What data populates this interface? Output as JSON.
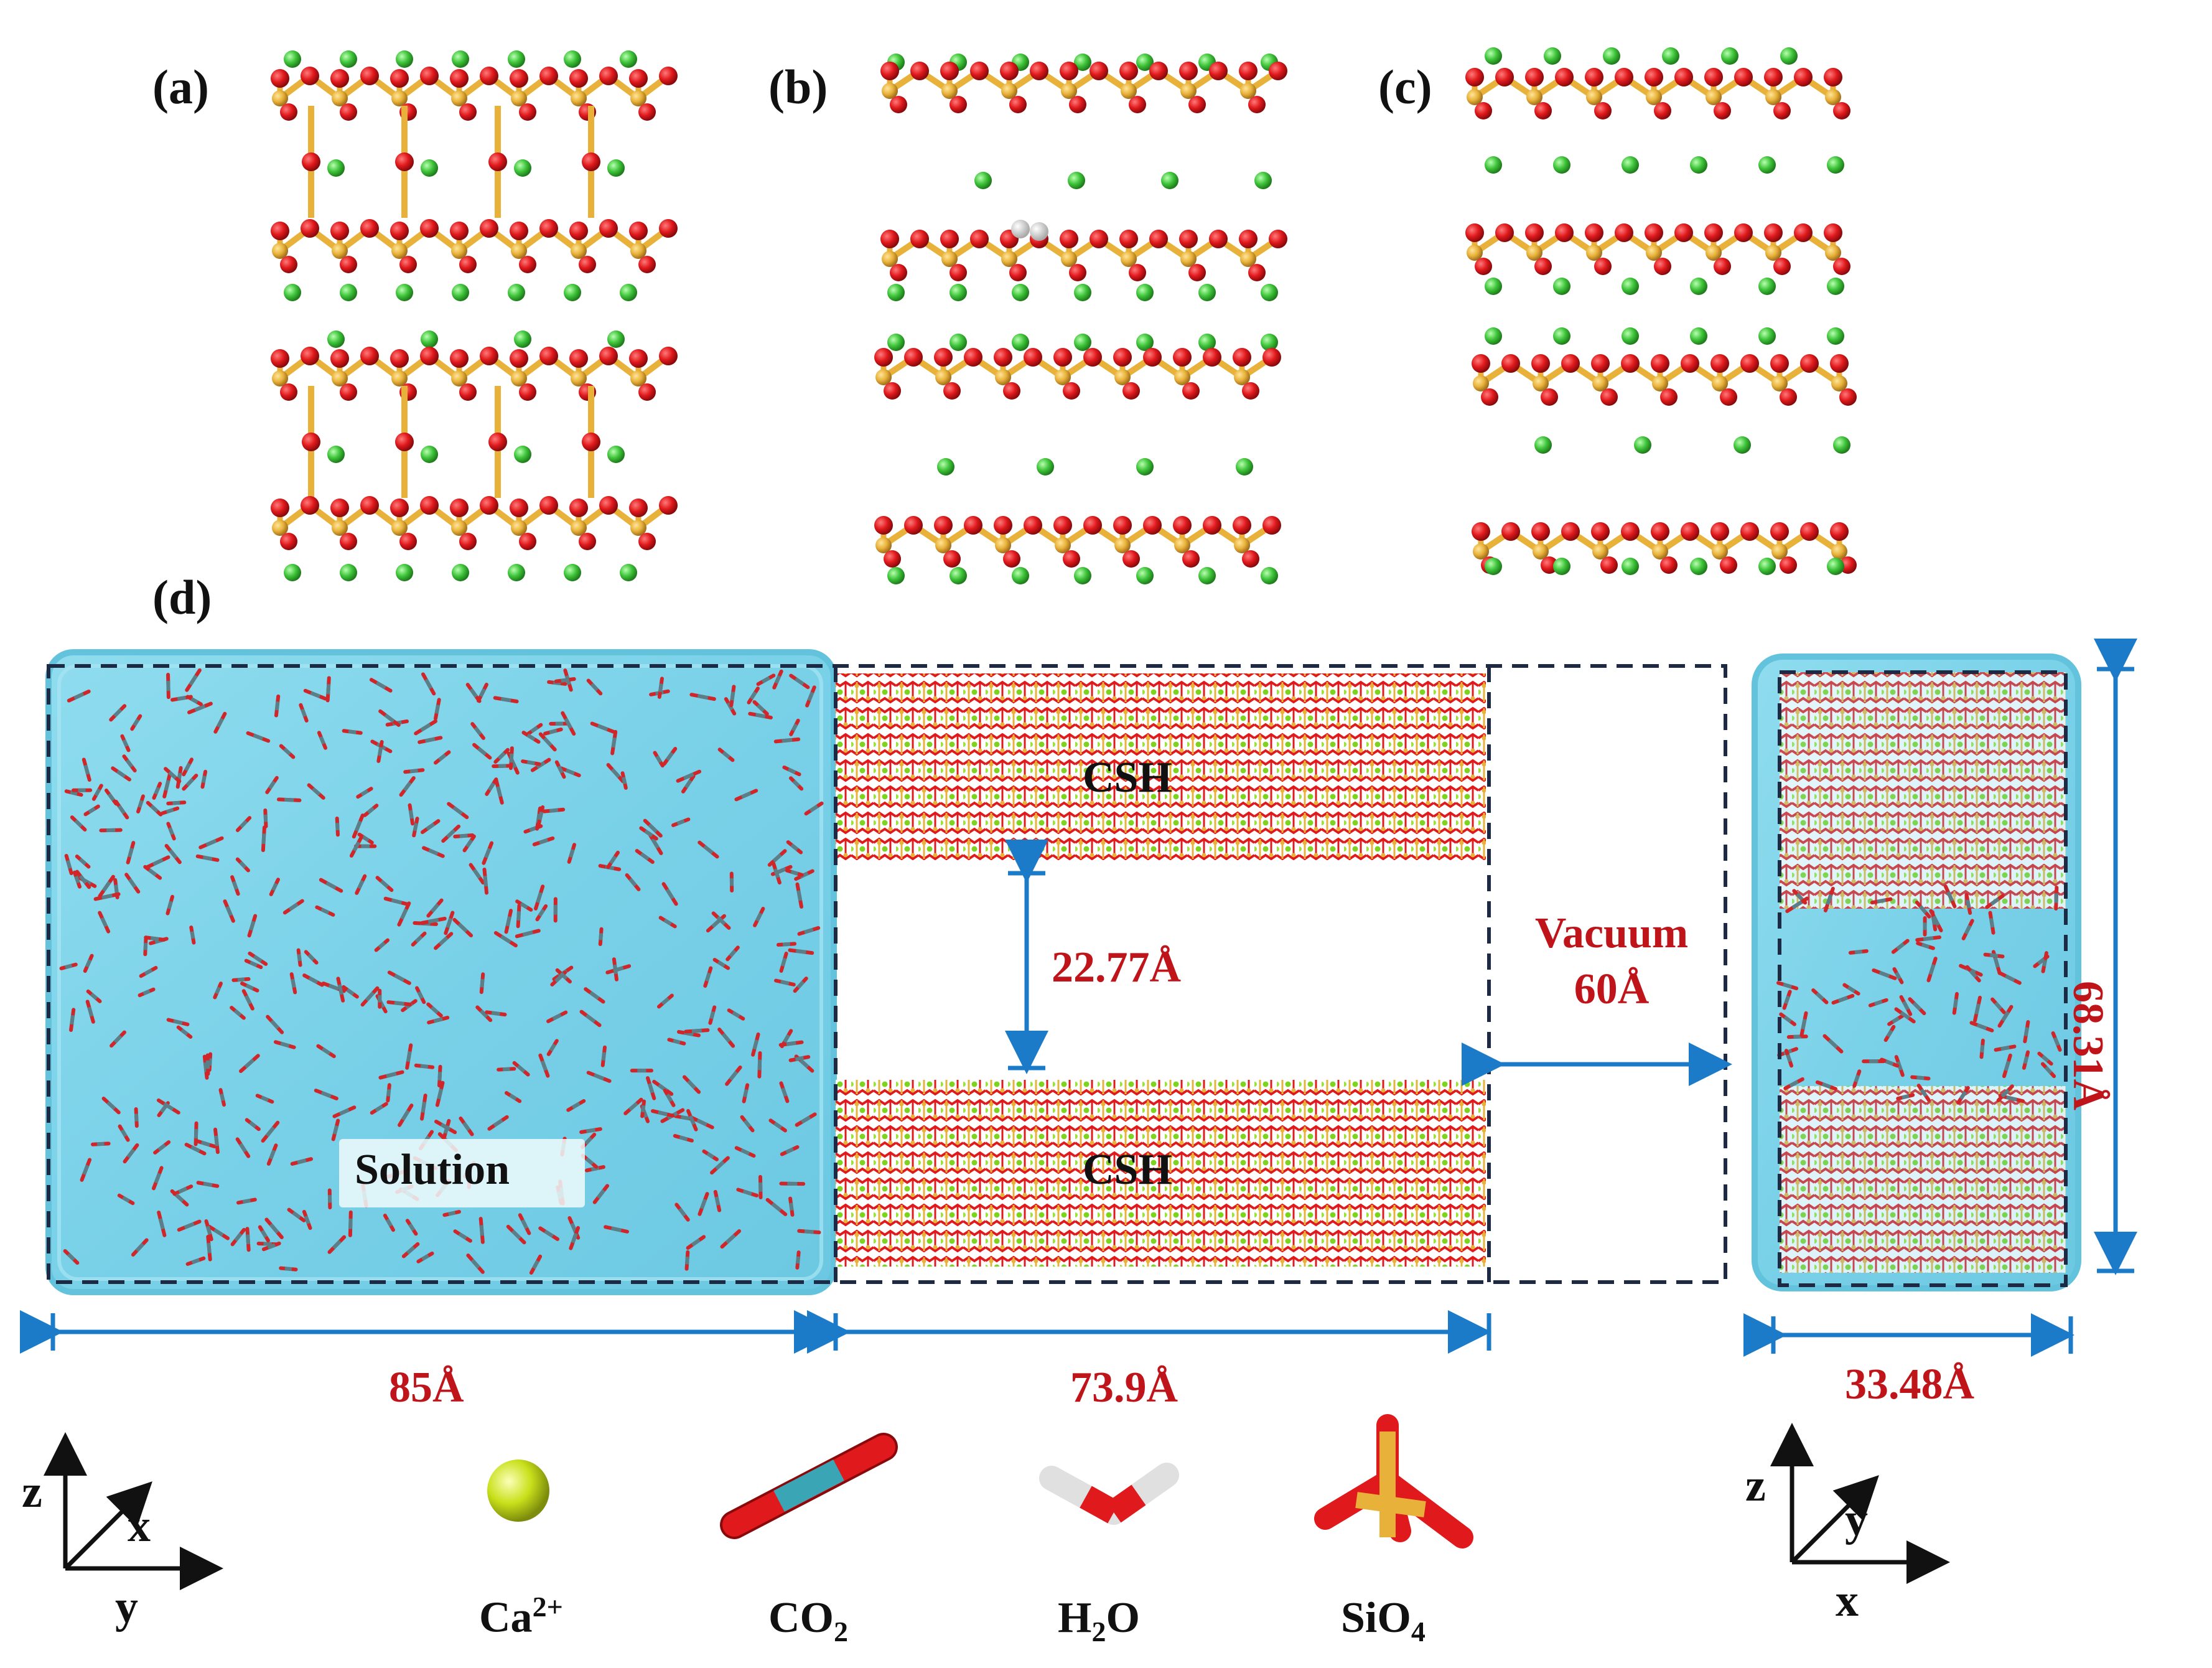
{
  "panels": {
    "a": "(a)",
    "b": "(b)",
    "c": "(c)",
    "d": "(d)"
  },
  "regions": {
    "csh_top": "CSH",
    "csh_bottom": "CSH",
    "solution": "Solution",
    "vacuum_line1": "Vacuum",
    "vacuum_line2": "60Å"
  },
  "dimensions": {
    "pore_width": "22.77Å",
    "solution_length": "85Å",
    "csh_length": "73.9Å",
    "side_width": "33.48Å",
    "height": "68.31Å"
  },
  "legend": {
    "ca": {
      "base": "Ca",
      "sup": "2+"
    },
    "co2": {
      "base": "CO",
      "sub": "2"
    },
    "h2o": {
      "pre": "H",
      "sub": "2",
      "post": "O"
    },
    "sio4": {
      "base": "SiO",
      "sub": "4"
    }
  },
  "axes_left": {
    "up": "z",
    "diag": "x",
    "right": "y"
  },
  "axes_right": {
    "up": "z",
    "diag": "y",
    "right": "x"
  },
  "colors": {
    "oxygen": "#e0191c",
    "silicon": "#e8b23a",
    "calcium": "#3fc43a",
    "calcium_legend": "#c8e01a",
    "carbon": "#3aa6b5",
    "water_box": "#7fd6ea",
    "dimension_text": "#c0141b",
    "dimension_arrow": "#1c7bc8",
    "box_dash": "#1e2a44"
  }
}
